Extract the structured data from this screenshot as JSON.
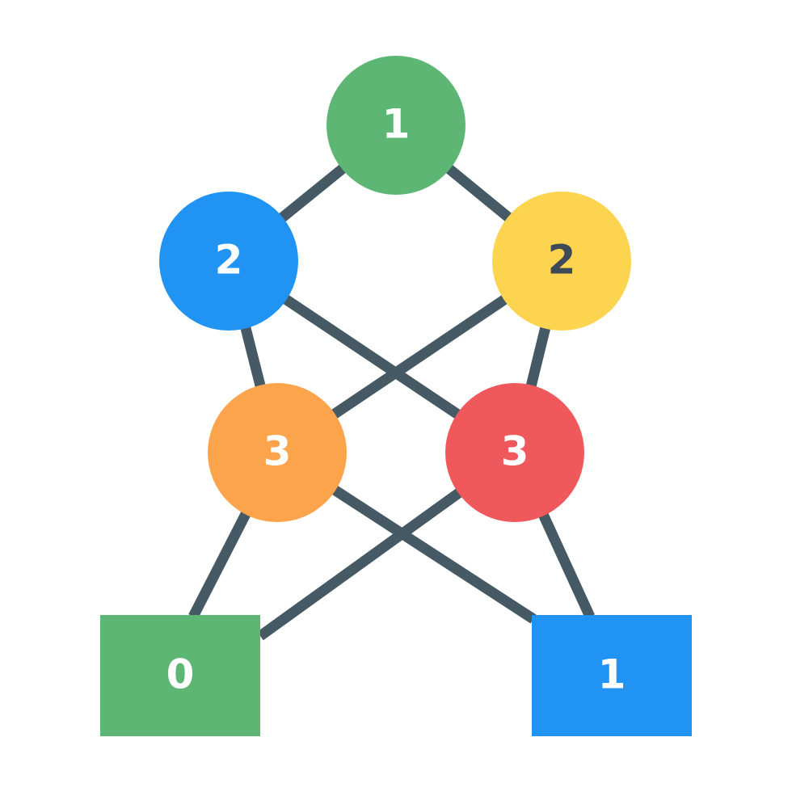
{
  "colors": {
    "edge": "#455a64",
    "green": "#5db674",
    "blue": "#2193f3",
    "yellow": "#fcd450",
    "orange": "#fba44c",
    "red": "#f0595c",
    "text_light": "#ffffff",
    "text_dark": "#3f4a59"
  },
  "nodes": [
    {
      "id": "root",
      "label": "1",
      "shape": "circle",
      "color": "green",
      "text": "text_light"
    },
    {
      "id": "left-mid",
      "label": "2",
      "shape": "circle",
      "color": "blue",
      "text": "text_light"
    },
    {
      "id": "right-mid",
      "label": "2",
      "shape": "circle",
      "color": "yellow",
      "text": "text_dark"
    },
    {
      "id": "left-low",
      "label": "3",
      "shape": "circle",
      "color": "orange",
      "text": "text_light"
    },
    {
      "id": "right-low",
      "label": "3",
      "shape": "circle",
      "color": "red",
      "text": "text_light"
    },
    {
      "id": "leaf-zero",
      "label": "0",
      "shape": "square",
      "color": "green",
      "text": "text_light"
    },
    {
      "id": "leaf-one",
      "label": "1",
      "shape": "square",
      "color": "blue",
      "text": "text_light"
    }
  ],
  "edges": [
    [
      "root",
      "left-mid"
    ],
    [
      "root",
      "right-mid"
    ],
    [
      "left-mid",
      "left-low"
    ],
    [
      "left-mid",
      "right-low"
    ],
    [
      "right-mid",
      "left-low"
    ],
    [
      "right-mid",
      "right-low"
    ],
    [
      "left-low",
      "leaf-zero"
    ],
    [
      "left-low",
      "leaf-one"
    ],
    [
      "right-low",
      "leaf-zero"
    ],
    [
      "right-low",
      "leaf-one"
    ]
  ]
}
